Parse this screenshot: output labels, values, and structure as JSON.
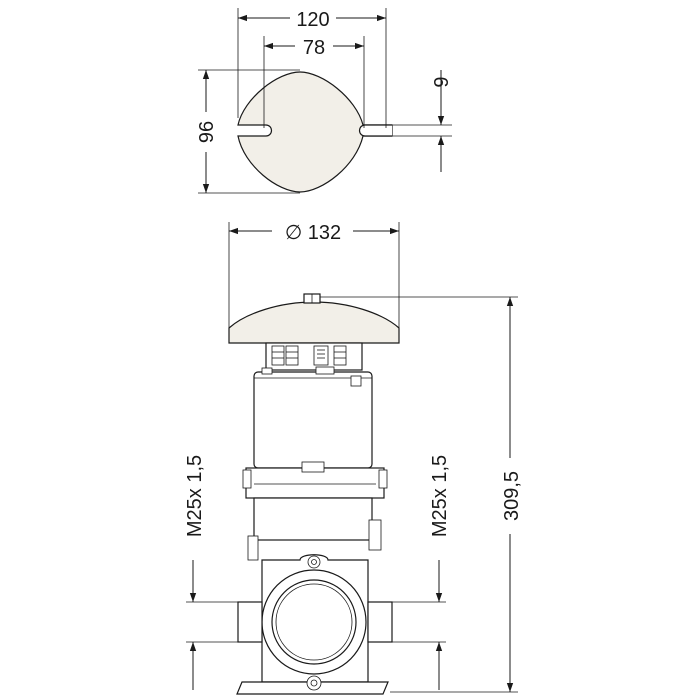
{
  "dimensions": {
    "width_outer": "120",
    "width_inner": "78",
    "height_top": "96",
    "slot": "9",
    "diameter": "∅ 132",
    "thread_left": "M25x 1,5",
    "thread_right": "M25x 1,5",
    "total_height": "309,5"
  }
}
